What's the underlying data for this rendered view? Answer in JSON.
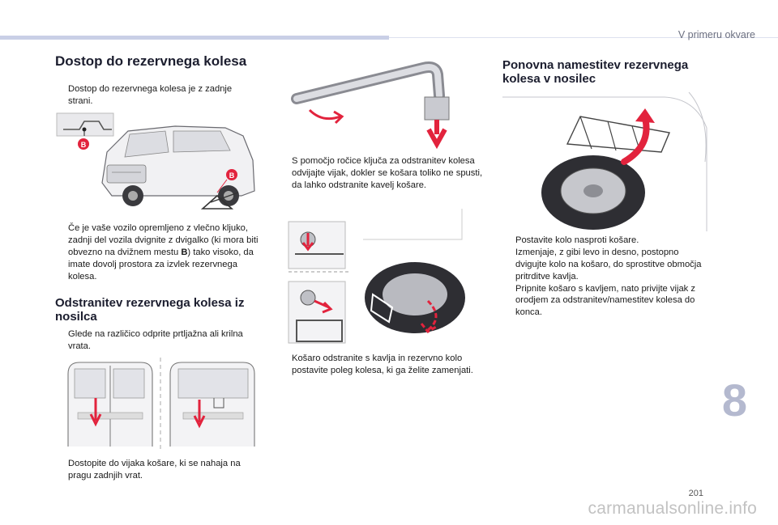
{
  "header": {
    "chapter_title": "V primeru okvare"
  },
  "left": {
    "title1": "Dostop do rezervnega kolesa",
    "p1": "Dostop do rezervnega kolesa je z zadnje strani.",
    "label_b_top": "B",
    "label_b_car": "B",
    "p2_a": "Če je vaše vozilo opremljeno z vlečno kljuko, zadnji del vozila dvignite z dvigalko (ki mora biti obvezno na dvižnem mestu ",
    "p2_b": "B",
    "p2_c": ") tako visoko, da imate dovolj prostora za izvlek rezervnega kolesa.",
    "title2": "Odstranitev rezervnega kolesa iz nosilca",
    "p3": "Glede na različico odprite prtljažna ali krilna vrata.",
    "p4": "Dostopite do vijaka košare, ki se nahaja na pragu zadnjih vrat."
  },
  "middle": {
    "p1": "S pomočjo ročice ključa za odstranitev kolesa odvijajte vijak, dokler se košara toliko ne spusti, da lahko odstranite kavelj košare.",
    "p2": "Košaro odstranite s kavlja in rezervno kolo postavite poleg kolesa, ki ga želite zamenjati."
  },
  "right": {
    "title": "Ponovna namestitev rezervnega kolesa v nosilec",
    "b1": "Postavite kolo nasproti košare.",
    "b2": "Izmenjaje, z gibi levo in desno, postopno dvigujte kolo na košaro, do sprostitve območja pritrditve kavlja.",
    "b3": "Pripnite košaro s kavljem, nato privijte vijak z orodjem za odstranitev/namestitev kolesa do konca."
  },
  "bullet_symbol": "",
  "chapter_number": "8",
  "page_number": "201",
  "watermark": "carmanualsonline.info",
  "colors": {
    "accent_red": "#e2233d",
    "chapter_blue": "#b4b9cf",
    "bar": "#c9cfe6"
  }
}
